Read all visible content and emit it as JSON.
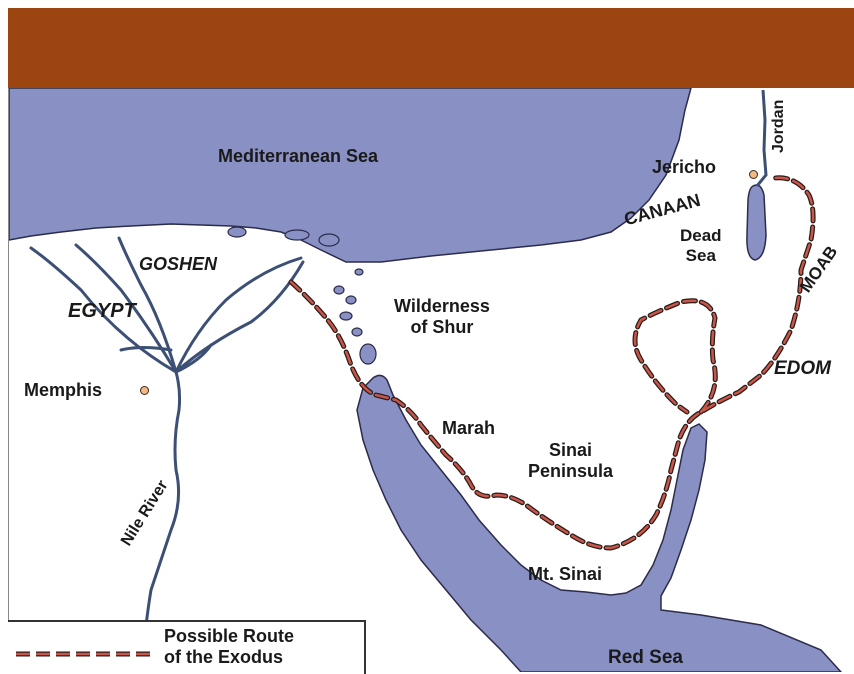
{
  "colors": {
    "header": "#9c4511",
    "water": "#8890c4",
    "land": "#ffffff",
    "route_dash": "#c8564a",
    "route_shadow": "#2a1c18"
  },
  "labels": {
    "mediterranean": "Mediterranean Sea",
    "jericho": "Jericho",
    "jordan": "Jordan",
    "canaan": "CANAAN",
    "dead_sea": "Dead\nSea",
    "moab": "MOAB",
    "goshen": "GOSHEN",
    "egypt": "EGYPT",
    "wilderness": "Wilderness\nof Shur",
    "memphis": "Memphis",
    "edom": "EDOM",
    "marah": "Marah",
    "sinai_peninsula": "Sinai\nPeninsula",
    "nile_river": "Nile River",
    "mt_sinai": "Mt. Sinai",
    "red_sea": "Red Sea"
  },
  "legend": {
    "text": "Possible Route\nof the Exodus"
  }
}
